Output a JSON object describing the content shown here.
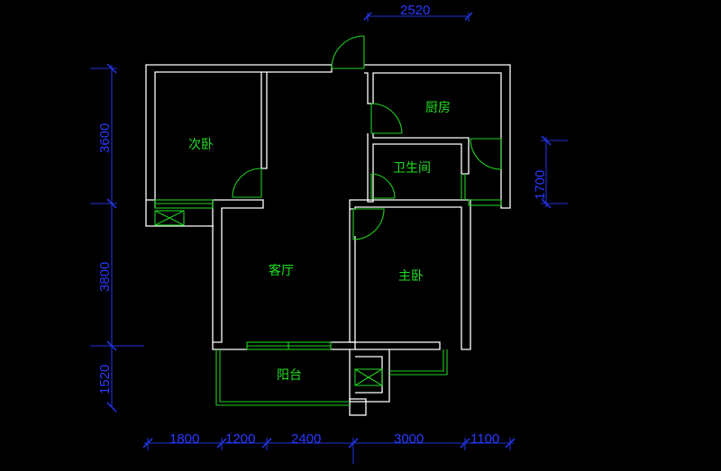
{
  "rooms": {
    "second_bedroom": "次卧",
    "kitchen": "厨房",
    "bathroom": "卫生间",
    "living_room": "客厅",
    "master_bedroom": "主卧",
    "balcony": "阳台"
  },
  "dimensions": {
    "top": "2520",
    "left": [
      "3600",
      "3800",
      "1520"
    ],
    "right": "1700",
    "bottom": [
      "1800",
      "1200",
      "2400",
      "3000",
      "1100"
    ]
  },
  "colors": {
    "background": "#000000",
    "walls": "#ffffff",
    "fixtures": "#20d020",
    "dimensions": "#2233dd"
  }
}
